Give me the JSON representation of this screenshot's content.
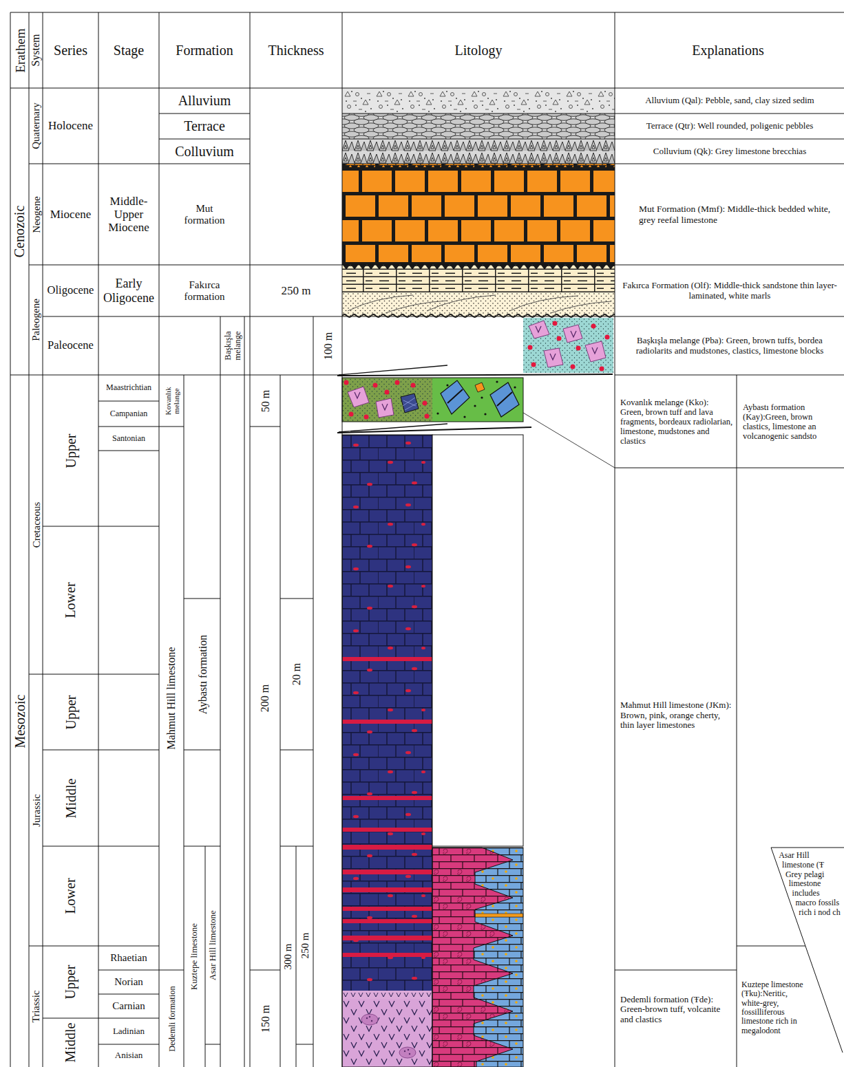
{
  "diagram": {
    "labels": [
      "Erathem",
      "System",
      "Series",
      "Stage",
      "Formation",
      "Thickness",
      "Litology",
      "Explanations",
      "Cenozoic",
      "Quaternary",
      "Holocene",
      "Alluvium",
      "Terrace",
      "Colluvium",
      "Alluvium (Qal): Pebble, sand, clay sized sedim",
      "Terrace (Qtr): Well rounded, poligenic pebbles",
      "Colluvium (Qk): Grey limestone brecchias",
      "Neogene",
      "Miocene",
      "Middle- Upper Miocene",
      "Mut formation",
      "Mut Formation (Mmf): Middle-thick bedded white, grey reefal limestone",
      "Paleogene",
      "Oligocene",
      "Early Oligocene",
      "Fakırca formation",
      "250 m",
      "Fakırca Formation (Olf): Middle-thick sandstone thin layer-laminated, white marls",
      "Paleocene",
      "Başkışla melange",
      "100 m",
      "Başkışla melange (Pba): Green, brown tuffs, bordea radiolarits and mudstones, clastics, limestone blocks",
      "Mesozoic",
      "Cretaceous",
      "Upper",
      "Maastrichtian",
      "Campanian",
      "Santonian",
      "Kovanlık melange",
      "Mahmut Hill limestone",
      "50 m",
      "200 m",
      "Kovanlık melange (Kko): Green, brown tuff and lava fragments, bordeaux radiolarian, limestone, mudstones and clastics",
      "Aybastı formation (Kay):Green, brown clastics, limestone an volcanogenic sandsto",
      "Lower",
      "Aybastı formation",
      "20 m",
      "Mahmut Hill limestone (JKm): Brown, pink, orange cherty, thin layer limestones",
      "Jurassic",
      "Upper",
      "Middle",
      "Lower",
      "Kuztepe limestone",
      "Asar Hill limestone",
      "300 m",
      "250 m",
      "Asar Hill limestone (Ŧ Grey pelagi limestone includes macro fossils rich i nod ch",
      "Triassic",
      "Upper",
      "Rhaetian",
      "Norian",
      "Carnian",
      "Middle",
      "Ladinian",
      "Anisian",
      "Dedemli formation",
      "150 m",
      "Dedemli formation (Ŧde): Green-brown tuff, volcanite and clastics",
      "Kuztepe limestone (Ŧku):Neritic, white-grey, fossilliferous limestone rich in megalodont"
    ]
  }
}
